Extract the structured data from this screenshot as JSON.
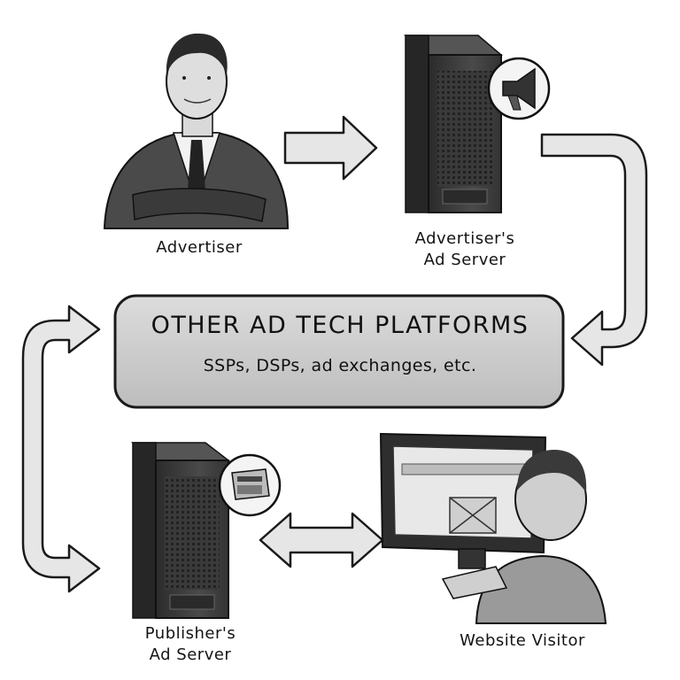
{
  "nodes": {
    "advertiser": "Advertiser",
    "advertiser_server_line1": "Advertiser's",
    "advertiser_server_line2": "Ad Server",
    "publisher_server_line1": "Publisher's",
    "publisher_server_line2": "Ad Server",
    "visitor": "Website Visitor"
  },
  "platform": {
    "title": "OTHER AD TECH PLATFORMS",
    "subtitle": "SSPs, DSPs, ad exchanges, etc."
  },
  "icons": [
    "businessman-illustration",
    "server-tower-icon",
    "megaphone-icon",
    "newspaper-icon",
    "computer-monitor-icon",
    "person-at-computer-illustration"
  ],
  "colors": {
    "ink": "#1a1a1a",
    "fill_light": "#e6e6e6",
    "fill_box": "#cfcfcf",
    "server": "#3b3b3b"
  }
}
